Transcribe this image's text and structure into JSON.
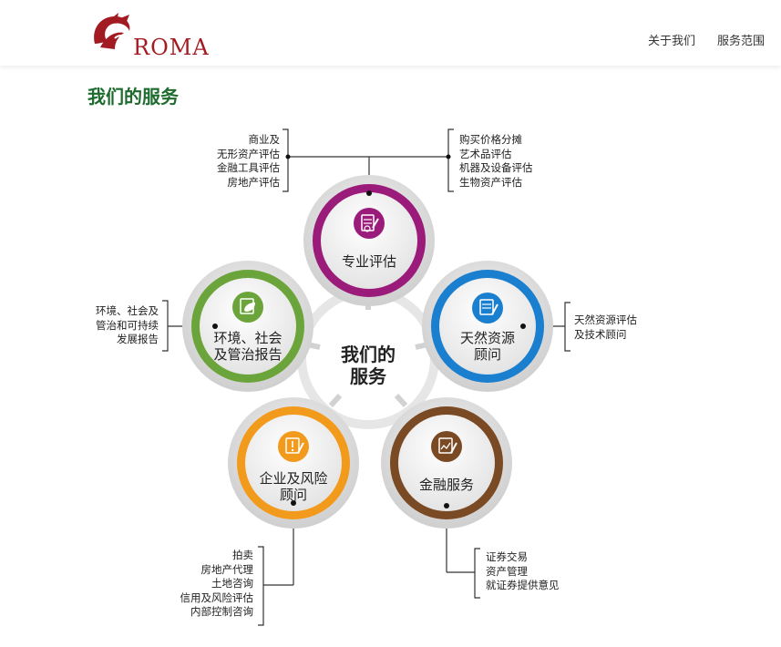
{
  "header": {
    "brand": "ROMA",
    "nav": {
      "about": "关于我们",
      "services": "服务范围"
    }
  },
  "page": {
    "title": "我们的服务"
  },
  "diagram": {
    "center": {
      "line1": "我们的",
      "line2": "服务"
    },
    "colors": {
      "purple": "#9b1b7b",
      "blue": "#1a7fcf",
      "brown": "#7a4a24",
      "orange": "#f29a1c",
      "green": "#6ba43a"
    },
    "nodes": {
      "professional": {
        "label": "专业评估",
        "icon": "certificate-icon"
      },
      "natural": {
        "line1": "天然资源",
        "line2": "顾问",
        "icon": "document-pen-icon"
      },
      "financial": {
        "label": "金融服务",
        "icon": "chart-document-icon"
      },
      "risk": {
        "line1": "企业及风险",
        "line2": "顾问",
        "icon": "warning-document-icon"
      },
      "esg": {
        "line1": "环境、社会",
        "line2": "及管治报告",
        "icon": "leaf-document-icon"
      }
    },
    "lists": {
      "top_left": [
        "商业及",
        "无形资产评估",
        "金融工具评估",
        "房地产评估"
      ],
      "top_right": [
        "购买价格分摊",
        "艺术品评估",
        "机器及设备评估",
        "生物资产评估"
      ],
      "right": [
        "天然资源评估",
        "及技术顾问"
      ],
      "left": [
        "环境、社会及",
        "管治和可持续",
        "发展报告"
      ],
      "bottom_right": [
        "证券交易",
        "资产管理",
        "就证券提供意见"
      ],
      "bottom_left": [
        "拍卖",
        "房地产代理",
        "土地咨询",
        "信用及风险评估",
        "内部控制咨询"
      ]
    }
  }
}
